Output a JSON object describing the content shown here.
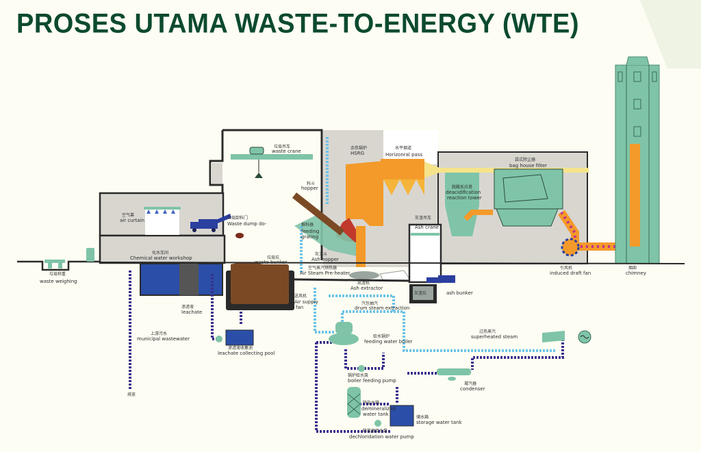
{
  "title": "PROSES UTAMA WASTE-TO-ENERGY (WTE)",
  "colors": {
    "title": "#0c4a2e",
    "background": "#fdfdf3",
    "building": "#d9d6d0",
    "equipment_green": "#7fc4a8",
    "furnace_orange": "#f39a2a",
    "flame_red": "#c0392b",
    "water_blue": "#2b4fa8",
    "steam_line": "#6cc3e8",
    "water_line": "#3b2f8f",
    "leachate_brown": "#7b4a25"
  },
  "labels": {
    "waste_crane": {
      "zh": "垃圾吊车",
      "en": "waste crane"
    },
    "hopper": {
      "zh": "料斗",
      "en": "hopper"
    },
    "hsrg": {
      "zh": "余热锅炉",
      "en": "HSRG"
    },
    "horizontal_pass": {
      "zh": "水平烟道",
      "en": "Horizonral pass"
    },
    "bag_house_filter": {
      "zh": "袋式除尘器",
      "en": "bag house filter"
    },
    "deacidification": {
      "zh": "脱酸反应塔",
      "en1": "deacidification",
      "en2": "reaction tower"
    },
    "air_curtain": {
      "zh": "空气幕",
      "en": "air curtain"
    },
    "waste_dump": {
      "zh": "垃圾卸料门",
      "en": "Waste dump do-"
    },
    "feeding_grate": {
      "zh": "推料器",
      "en1": "feeding",
      "en2": "grating"
    },
    "ash_crane": {
      "zh": "灰渣吊车",
      "en": "Ash crane"
    },
    "chemical_water": {
      "zh": "化水车间",
      "en": "Chemical water workshop"
    },
    "waste_bunker": {
      "zh": "垃圾坑",
      "en": "waste bunker"
    },
    "ash_hopper": {
      "zh": "灰渣斗",
      "en": "Ash hopper"
    },
    "air_steam_preheater": {
      "zh": "空气蒸汽预热器",
      "en": "Air Steam Pre-heater"
    },
    "ash_extractor": {
      "zh": "出渣机",
      "en": "Ash extractor"
    },
    "induced_draft_fan": {
      "zh": "引风机",
      "en": "induced draft fan"
    },
    "chimney": {
      "zh": "烟囱",
      "en": "chimney"
    },
    "waste_weighing": {
      "zh": "垃圾称重",
      "en": "waste weighing"
    },
    "air_supply_fan": {
      "zh": "送风机",
      "en1": "Air supply",
      "en2": "fan"
    },
    "ash_bunker": {
      "zh": "灰渣坑",
      "en": "ash bunker"
    },
    "leachate": {
      "zh": "渗滤液",
      "en": "leachate"
    },
    "drum_steam": {
      "zh": "汽包抽汽",
      "en": "drum steam extraction"
    },
    "feeding_water_boiler": {
      "zh": "给水锅炉",
      "en": "feeding water boiler"
    },
    "superheated_steam": {
      "zh": "过热蒸汽",
      "en": "superheated steam"
    },
    "municipal_wastewater": {
      "zh": "上游污水",
      "en": "municipal wastewater"
    },
    "leachate_pool": {
      "zh": "渗滤液收集池",
      "en": "leachate collecting pool"
    },
    "boiler_feeding_pump": {
      "zh": "锅炉给水泵",
      "en": "boiler feeding pump"
    },
    "condenser": {
      "zh": "凝汽器",
      "en": "condenser"
    },
    "demineralized_tank": {
      "zh": "除盐水箱",
      "en1": "demineralized",
      "en2": "water tank"
    },
    "storage_tank": {
      "zh": "储水箱",
      "en": "storage water tank"
    },
    "dechloridation_pump": {
      "zh": "除氯器给水泵",
      "en": "dechloridation water pump"
    },
    "drain": {
      "zh": "排放"
    }
  }
}
